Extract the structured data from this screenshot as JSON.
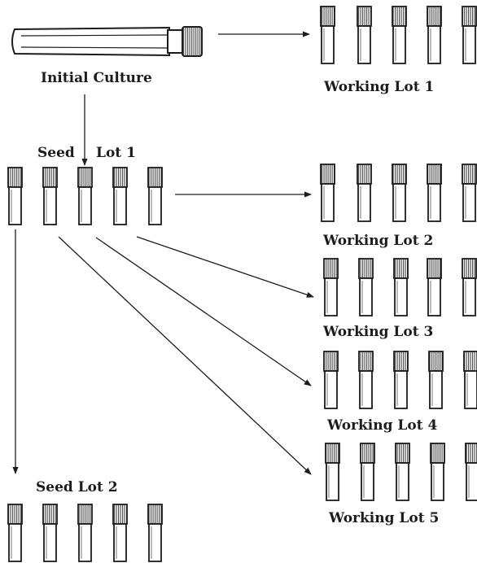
{
  "diagram": {
    "initial_culture": {
      "label": "Initial Culture"
    },
    "seed_lots": [
      {
        "id": "seed-lot-1",
        "label_word": "Seed",
        "label_rest": "Lot 1",
        "vial_count": 5
      },
      {
        "id": "seed-lot-2",
        "label": "Seed Lot 2",
        "vial_count": 5
      }
    ],
    "working_lots": [
      {
        "id": "working-lot-1",
        "label": "Working Lot 1",
        "vial_count": 5
      },
      {
        "id": "working-lot-2",
        "label": "Working Lot 2",
        "vial_count": 5
      },
      {
        "id": "working-lot-3",
        "label": "Working Lot 3",
        "vial_count": 5
      },
      {
        "id": "working-lot-4",
        "label": "Working Lot 4",
        "vial_count": 5
      },
      {
        "id": "working-lot-5",
        "label": "Working Lot 5",
        "vial_count": 5
      }
    ],
    "connections": [
      {
        "from": "initial-culture",
        "to": "working-lot-1"
      },
      {
        "from": "initial-culture",
        "to": "seed-lot-1"
      },
      {
        "from": "seed-lot-1",
        "to": "working-lot-2"
      },
      {
        "from": "seed-lot-1",
        "to": "working-lot-3"
      },
      {
        "from": "seed-lot-1",
        "to": "working-lot-4"
      },
      {
        "from": "seed-lot-1",
        "to": "working-lot-5"
      },
      {
        "from": "seed-lot-1",
        "to": "seed-lot-2"
      }
    ],
    "colors": {
      "ink": "#1c1c1c",
      "background": "#ffffff",
      "cap_hatch": "#555555"
    }
  }
}
